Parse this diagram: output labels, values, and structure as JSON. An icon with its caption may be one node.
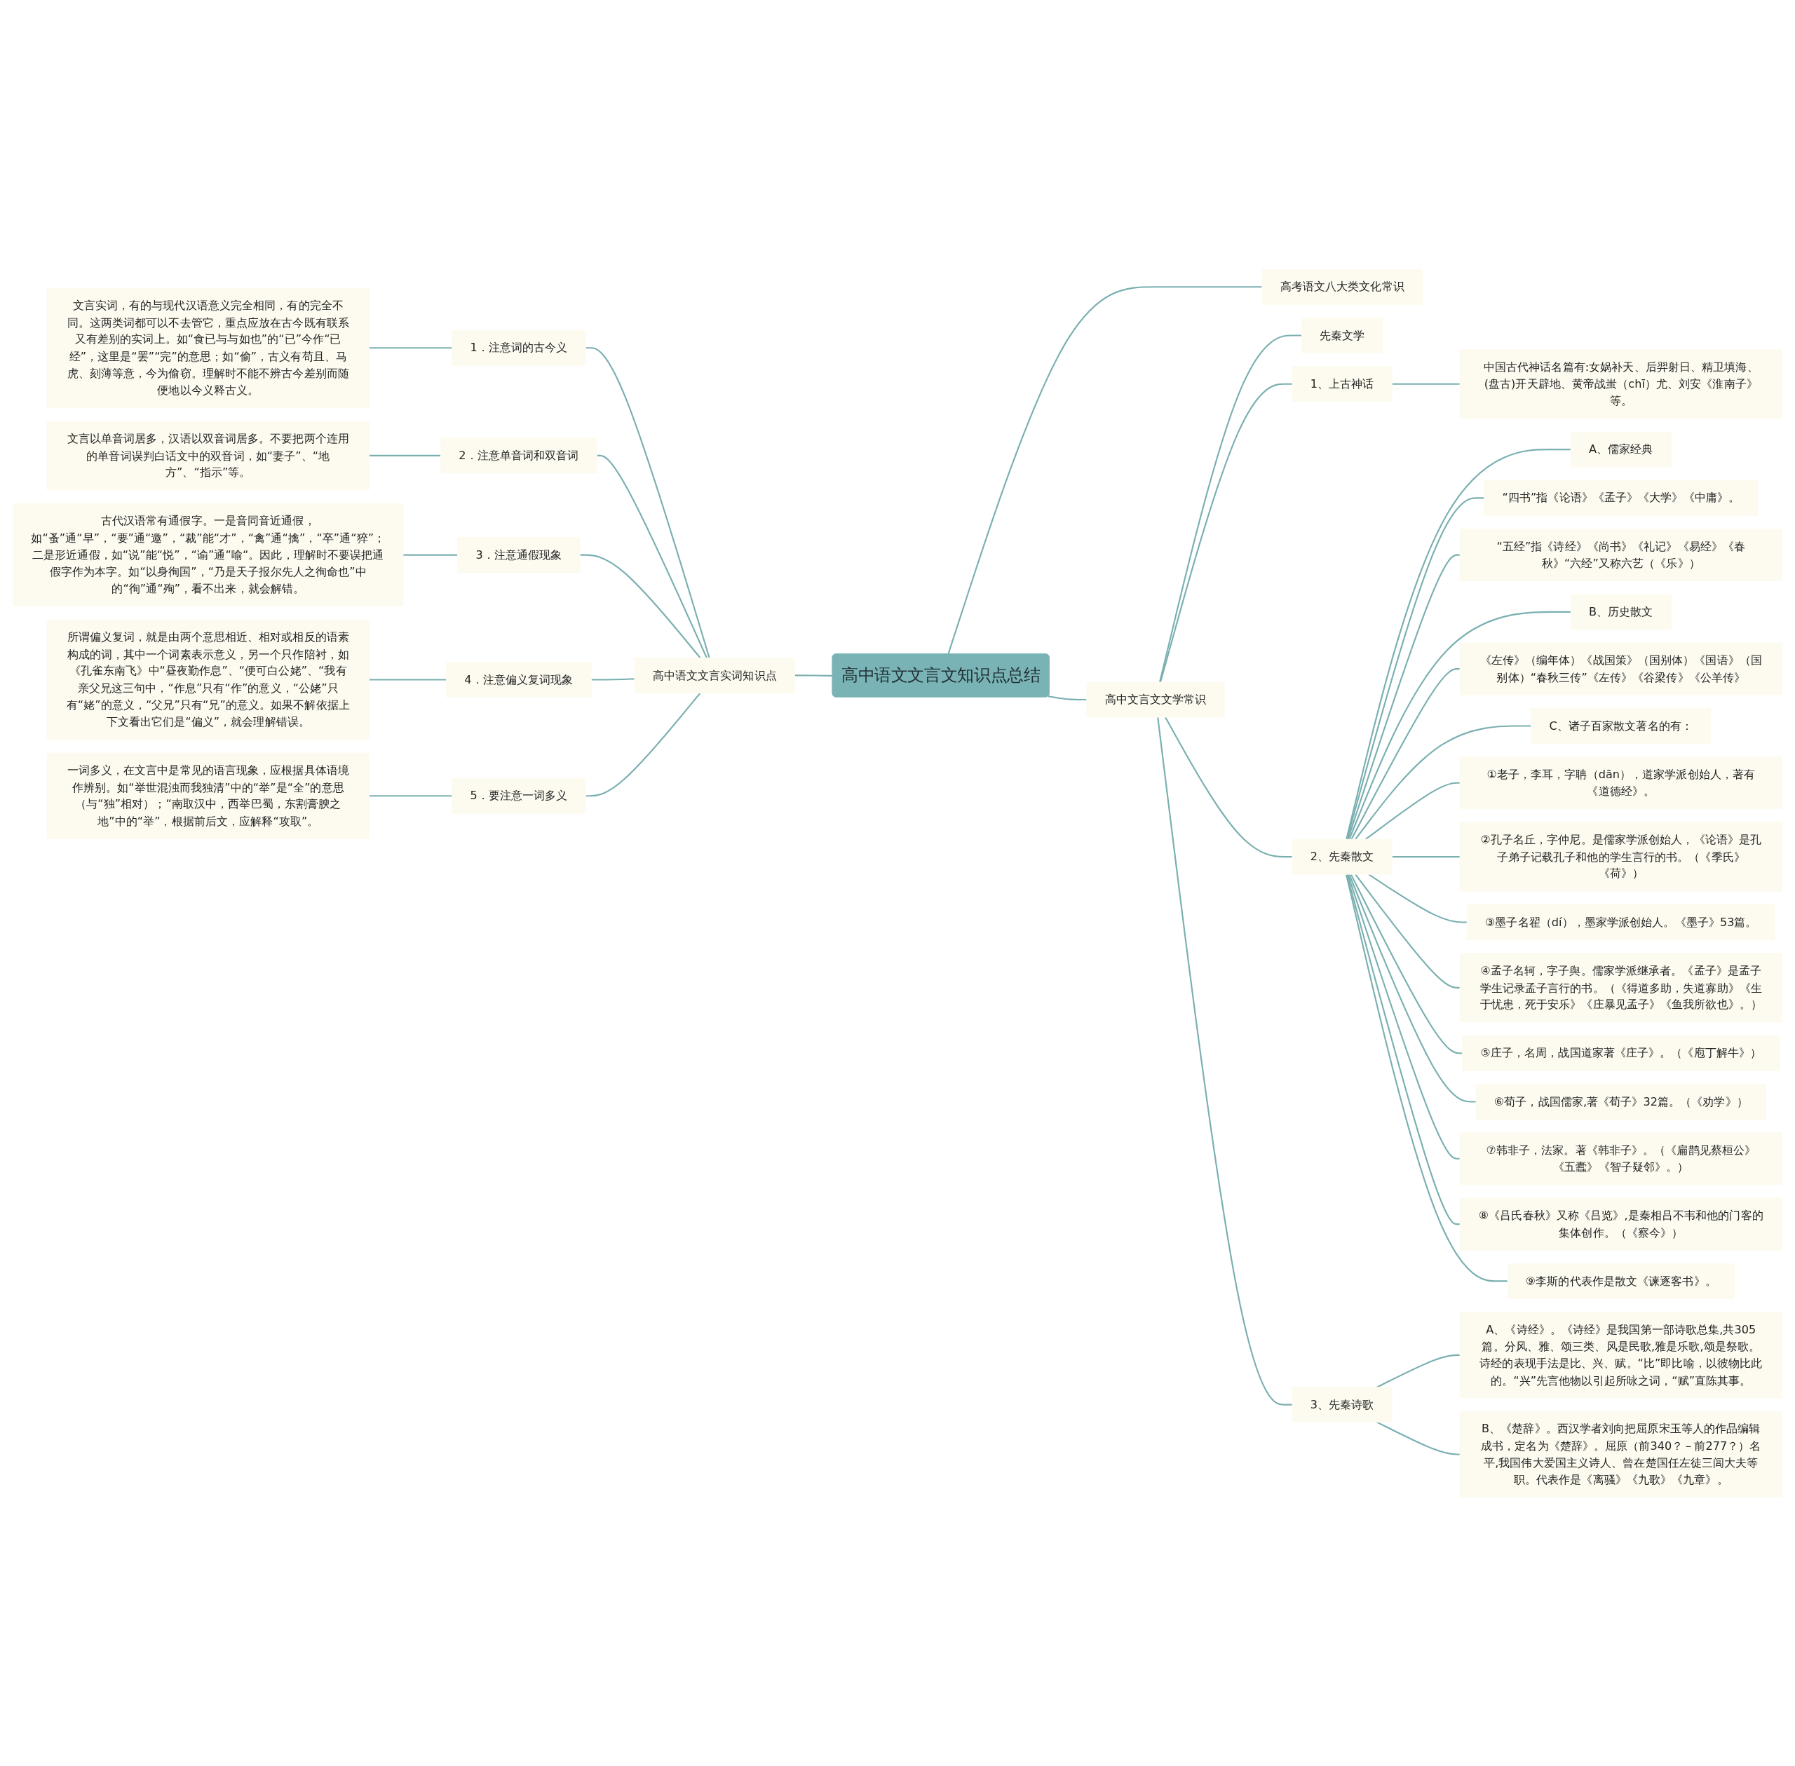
{
  "diagram": {
    "nodes": [
      {
        "text": [
          "高中语文文言文知识点总结"
        ]
      },
      {
        "text": [
          "高中语文文言实词知识点"
        ]
      },
      {
        "text": [
          "1．注意词的古今义"
        ]
      },
      {
        "text": [
          "文言实词，有的与现代汉语意义完全相同，有的完全不同。这两类词都可以不去管它，重点应放在古今既有联系又有差别的实词上。如“食已与与如也”的“已”今作“已经”，这里是“罢”“完”的意思；如“偷”，古义有苟且、马虎、刻薄等意，今为偷窃。理解时不能不辨古今差别而随便地以今义释古义。"
        ]
      },
      {
        "text": [
          "2．注意单音词和双音词"
        ]
      },
      {
        "text": [
          "文言以单音词居多，汉语以双音词居多。不要把两个连用的单音词误判白话文中的双音词，如“妻子”、“地方”、“指示”等。"
        ]
      },
      {
        "text": [
          "3．注意通假现象"
        ]
      },
      {
        "text": [
          "古代汉语常有通假字。一是音同音近通假，如“蚤”通“早”，“要”通“邀”，“裁”能“才”，“禽”通“擒”，“卒”通“猝”；二是形近通假，如“说”能“悦”，“谕”通“喻“。因此，理解时不要误把通假字作为本字。如“以身徇国”，“乃是天子报尔先人之徇命也”中的“徇”通“殉”，看不出来，就会解错。"
        ]
      },
      {
        "text": [
          "4．注意偏义复词现象"
        ]
      },
      {
        "text": [
          "所谓偏义复词，就是由两个意思相近、相对或相反的语素构成的词，其中一个词素表示意义，另一个只作陪衬，如《孔雀东南飞》中“昼夜勤作息”、“便可白公姥”、“我有亲父兄这三句中，“作息”只有“作”的意义，“公姥”只有“姥”的意义，“父兄”只有“兄”的意义。如果不解依据上下文看出它们是“偏义”，就会理解错误。"
        ]
      },
      {
        "text": [
          "5．要注意一词多义"
        ]
      },
      {
        "text": [
          "一词多义，在文言中是常见的语言现象，应根据具体语境作辨别。如“举世混浊而我独清”中的“举”是“全”的意思（与“独”相对）；“南取汉中，西举巴蜀，东割膏腴之地”中的“举”，根据前后文，应解释“攻取”。"
        ]
      },
      {
        "text": [
          "高考语文八大类文化常识"
        ]
      },
      {
        "text": [
          "高中文言文文学常识"
        ]
      },
      {
        "text": [
          "先秦文学"
        ]
      },
      {
        "text": [
          "1、上古神话"
        ]
      },
      {
        "text": [
          "中国古代神话名篇有:女娲补天、后羿射日、精卫填海、(盘古)开天辟地、黄帝战蚩（chī）尤、刘安《淮南子》等。"
        ]
      },
      {
        "text": [
          "2、先秦散文"
        ]
      },
      {
        "text": [
          "A、儒家经典"
        ]
      },
      {
        "text": [
          "“四书”指《论语》《孟子》《大学》《中庸》。"
        ]
      },
      {
        "text": [
          "“五经”指《诗经》《尚书》《礼记》《易经》《春秋》“六经”又称六艺（《乐》）"
        ]
      },
      {
        "text": [
          "B、历史散文"
        ]
      },
      {
        "text": [
          "《左传》（编年体）《战国策》（国别体）《国语》（国别体）“春秋三传”《左传》《谷梁传》《公羊传》"
        ]
      },
      {
        "text": [
          "C、诸子百家散文著名的有："
        ]
      },
      {
        "text": [
          "①老子，李耳，字聃（dān），道家学派创始人，著有《道德经》。"
        ]
      },
      {
        "text": [
          "②孔子名丘，字仲尼。是儒家学派创始人，《论语》是孔子弟子记载孔子和他的学生言行的书。（《季氏》《荷》）"
        ]
      },
      {
        "text": [
          "③墨子名翟（dí），墨家学派创始人。《墨子》53篇。"
        ]
      },
      {
        "text": [
          "④孟子名轲，字子舆。儒家学派继承者。《孟子》是孟子学生记录孟子言行的书。（《得道多助，失道寡助》《生于忧患，死于安乐》《庄暴见孟子》《鱼我所欲也》。）"
        ]
      },
      {
        "text": [
          "⑤庄子，名周，战国道家著《庄子》。（《庖丁解牛》）"
        ]
      },
      {
        "text": [
          "⑥荀子，战国儒家,著《荀子》32篇。（《劝学》）"
        ]
      },
      {
        "text": [
          "⑦韩非子，法家。著《韩非子》。（《扁鹊见蔡桓公》《五蠹》《智子疑邻》。）"
        ]
      },
      {
        "text": [
          "⑧《吕氏春秋》又称《吕览》,是秦相吕不韦和他的门客的集体创作。（《察今》）"
        ]
      },
      {
        "text": [
          "⑨李斯的代表作是散文《谏逐客书》。"
        ]
      },
      {
        "text": [
          "3、先秦诗歌"
        ]
      },
      {
        "text": [
          "A、《诗经》。《诗经》是我国第一部诗歌总集,共305篇。分风、雅、颂三类、风是民歌,雅是乐歌,颂是祭歌。诗经的表现手法是比、兴、赋。“比”即比喻，以彼物比此的。“兴”先言他物以引起所咏之词，“赋”直陈其事。"
        ]
      },
      {
        "text": [
          "B、《楚辞》。西汉学者刘向把屈原宋玉等人的作品编辑成书，定名为《楚辞》。屈原（前340？－前277？）名平,我国伟大爱国主义诗人、曾在楚国任左徒三闾大夫等职。代表作是《离骚》《九歌》《九章》。"
        ]
      }
    ],
    "edges": [
      {
        "from": 1,
        "to": 0,
        "arrow": "none"
      },
      {
        "from": 2,
        "to": 1,
        "arrow": "none"
      },
      {
        "from": 3,
        "to": 2,
        "arrow": "none"
      },
      {
        "from": 4,
        "to": 1,
        "arrow": "none"
      },
      {
        "from": 5,
        "to": 4,
        "arrow": "none"
      },
      {
        "from": 6,
        "to": 1,
        "arrow": "none"
      },
      {
        "from": 7,
        "to": 6,
        "arrow": "none"
      },
      {
        "from": 8,
        "to": 1,
        "arrow": "none"
      },
      {
        "from": 9,
        "to": 8,
        "arrow": "none"
      },
      {
        "from": 10,
        "to": 1,
        "arrow": "none"
      },
      {
        "from": 11,
        "to": 10,
        "arrow": "none"
      },
      {
        "from": 0,
        "to": 12,
        "arrow": "none"
      },
      {
        "from": 0,
        "to": 13,
        "arrow": "none"
      },
      {
        "from": 13,
        "to": 14,
        "arrow": "none"
      },
      {
        "from": 13,
        "to": 15,
        "arrow": "none"
      },
      {
        "from": 15,
        "to": 16,
        "arrow": "none"
      },
      {
        "from": 13,
        "to": 17,
        "arrow": "none"
      },
      {
        "from": 17,
        "to": 18,
        "arrow": "none"
      },
      {
        "from": 17,
        "to": 19,
        "arrow": "none"
      },
      {
        "from": 17,
        "to": 20,
        "arrow": "none"
      },
      {
        "from": 17,
        "to": 21,
        "arrow": "none"
      },
      {
        "from": 17,
        "to": 22,
        "arrow": "none"
      },
      {
        "from": 17,
        "to": 23,
        "arrow": "none"
      },
      {
        "from": 17,
        "to": 24,
        "arrow": "none"
      },
      {
        "from": 17,
        "to": 25,
        "arrow": "none"
      },
      {
        "from": 17,
        "to": 26,
        "arrow": "none"
      },
      {
        "from": 17,
        "to": 27,
        "arrow": "none"
      },
      {
        "from": 17,
        "to": 28,
        "arrow": "none"
      },
      {
        "from": 17,
        "to": 29,
        "arrow": "none"
      },
      {
        "from": 17,
        "to": 30,
        "arrow": "none"
      },
      {
        "from": 17,
        "to": 31,
        "arrow": "none"
      },
      {
        "from": 17,
        "to": 32,
        "arrow": "none"
      },
      {
        "from": 13,
        "to": 33,
        "arrow": "none"
      },
      {
        "from": 33,
        "to": 34,
        "arrow": "none"
      },
      {
        "from": 33,
        "to": 35,
        "arrow": "none"
      }
    ]
  }
}
